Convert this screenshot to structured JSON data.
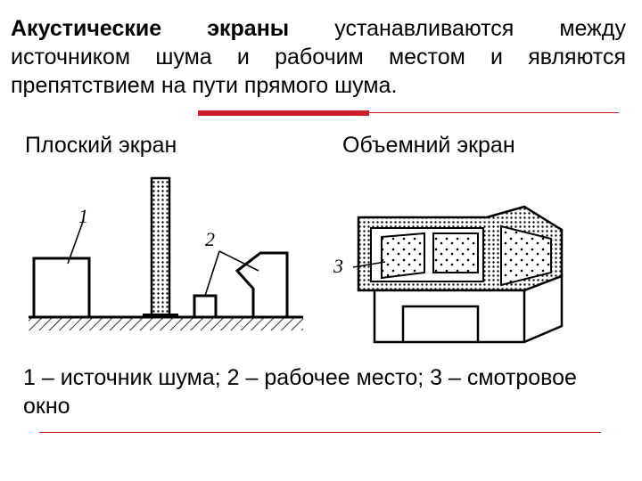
{
  "intro": {
    "bold": "Акустические экраны",
    "rest": " устанавливаются между источником шума и рабочим местом и являются препятствием на пути прямого шума."
  },
  "captions": {
    "flat": "Плоский экран",
    "volume": "Объемний экран"
  },
  "figure_labels": {
    "one": "1",
    "two": "2",
    "three": "3"
  },
  "legend": "1 – источник шума; 2 – рабочее место; 3 – смотровое окно",
  "colors": {
    "accent": "#cc1d2b"
  }
}
